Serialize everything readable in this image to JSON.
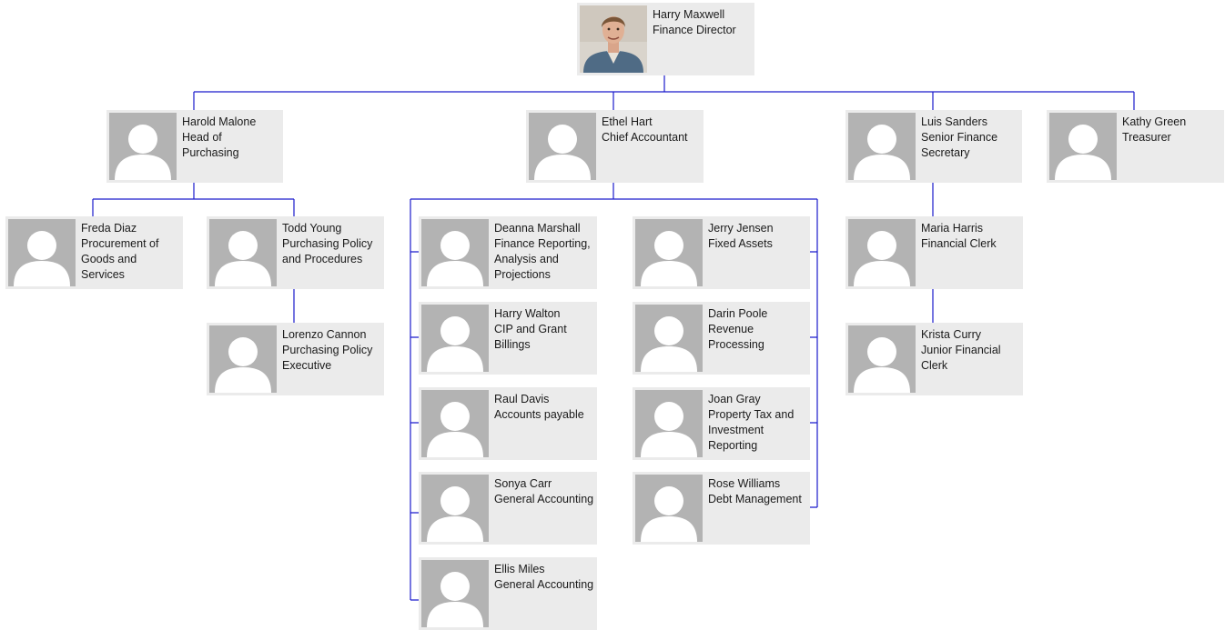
{
  "org_chart": {
    "nodes": [
      {
        "id": "n0",
        "name": "Harry Maxwell",
        "title": "Finance Director",
        "photo": "user-photo"
      },
      {
        "id": "n1",
        "name": "Harold Malone",
        "title": "Head of Purchasing",
        "photo": "avatar-placeholder-icon"
      },
      {
        "id": "n2",
        "name": "Ethel Hart",
        "title": "Chief Accountant",
        "photo": "avatar-placeholder-icon"
      },
      {
        "id": "n3",
        "name": "Luis Sanders",
        "title": "Senior Finance Secretary",
        "photo": "avatar-placeholder-icon"
      },
      {
        "id": "n4",
        "name": "Kathy Green",
        "title": "Treasurer",
        "photo": "avatar-placeholder-icon"
      },
      {
        "id": "n5",
        "name": "Freda Diaz",
        "title": "Procurement of Goods and Services",
        "photo": "avatar-placeholder-icon"
      },
      {
        "id": "n6",
        "name": "Todd Young",
        "title": "Purchasing Policy and Procedures",
        "photo": "avatar-placeholder-icon"
      },
      {
        "id": "n7",
        "name": "Lorenzo Cannon",
        "title": "Purchasing Policy Executive",
        "photo": "avatar-placeholder-icon"
      },
      {
        "id": "n8",
        "name": "Deanna Marshall",
        "title": "Finance Reporting, Analysis and Projections",
        "photo": "avatar-placeholder-icon"
      },
      {
        "id": "n9",
        "name": "Harry Walton",
        "title": "CIP and Grant Billings",
        "photo": "avatar-placeholder-icon"
      },
      {
        "id": "n10",
        "name": "Raul Davis",
        "title": "Accounts payable",
        "photo": "avatar-placeholder-icon"
      },
      {
        "id": "n11",
        "name": "Sonya Carr",
        "title": "General Accounting",
        "photo": "avatar-placeholder-icon"
      },
      {
        "id": "n12",
        "name": "Ellis Miles",
        "title": "General Accounting",
        "photo": "avatar-placeholder-icon"
      },
      {
        "id": "n13",
        "name": "Jerry Jensen",
        "title": "Fixed Assets",
        "photo": "avatar-placeholder-icon"
      },
      {
        "id": "n14",
        "name": "Darin Poole",
        "title": "Revenue Processing",
        "photo": "avatar-placeholder-icon"
      },
      {
        "id": "n15",
        "name": "Joan Gray",
        "title": "Property Tax and Investment Reporting",
        "photo": "avatar-placeholder-icon"
      },
      {
        "id": "n16",
        "name": "Rose Williams",
        "title": "Debt Management",
        "photo": "avatar-placeholder-icon"
      },
      {
        "id": "n17",
        "name": "Maria Harris",
        "title": "Financial Clerk",
        "photo": "avatar-placeholder-icon"
      },
      {
        "id": "n18",
        "name": "Krista Curry",
        "title": "Junior Financial Clerk",
        "photo": "avatar-placeholder-icon"
      }
    ],
    "edges": [
      [
        "n0",
        "n1"
      ],
      [
        "n0",
        "n2"
      ],
      [
        "n0",
        "n3"
      ],
      [
        "n0",
        "n4"
      ],
      [
        "n1",
        "n5"
      ],
      [
        "n1",
        "n6"
      ],
      [
        "n6",
        "n7"
      ],
      [
        "n2",
        "n8"
      ],
      [
        "n2",
        "n9"
      ],
      [
        "n2",
        "n10"
      ],
      [
        "n2",
        "n11"
      ],
      [
        "n2",
        "n12"
      ],
      [
        "n2",
        "n13"
      ],
      [
        "n2",
        "n14"
      ],
      [
        "n2",
        "n15"
      ],
      [
        "n2",
        "n16"
      ],
      [
        "n3",
        "n17"
      ],
      [
        "n17",
        "n18"
      ]
    ],
    "colors": {
      "connector": "#1a1acc",
      "card_bg": "#ebebeb",
      "placeholder_bg": "#b3b3b3",
      "placeholder_fg": "#ffffff"
    }
  }
}
